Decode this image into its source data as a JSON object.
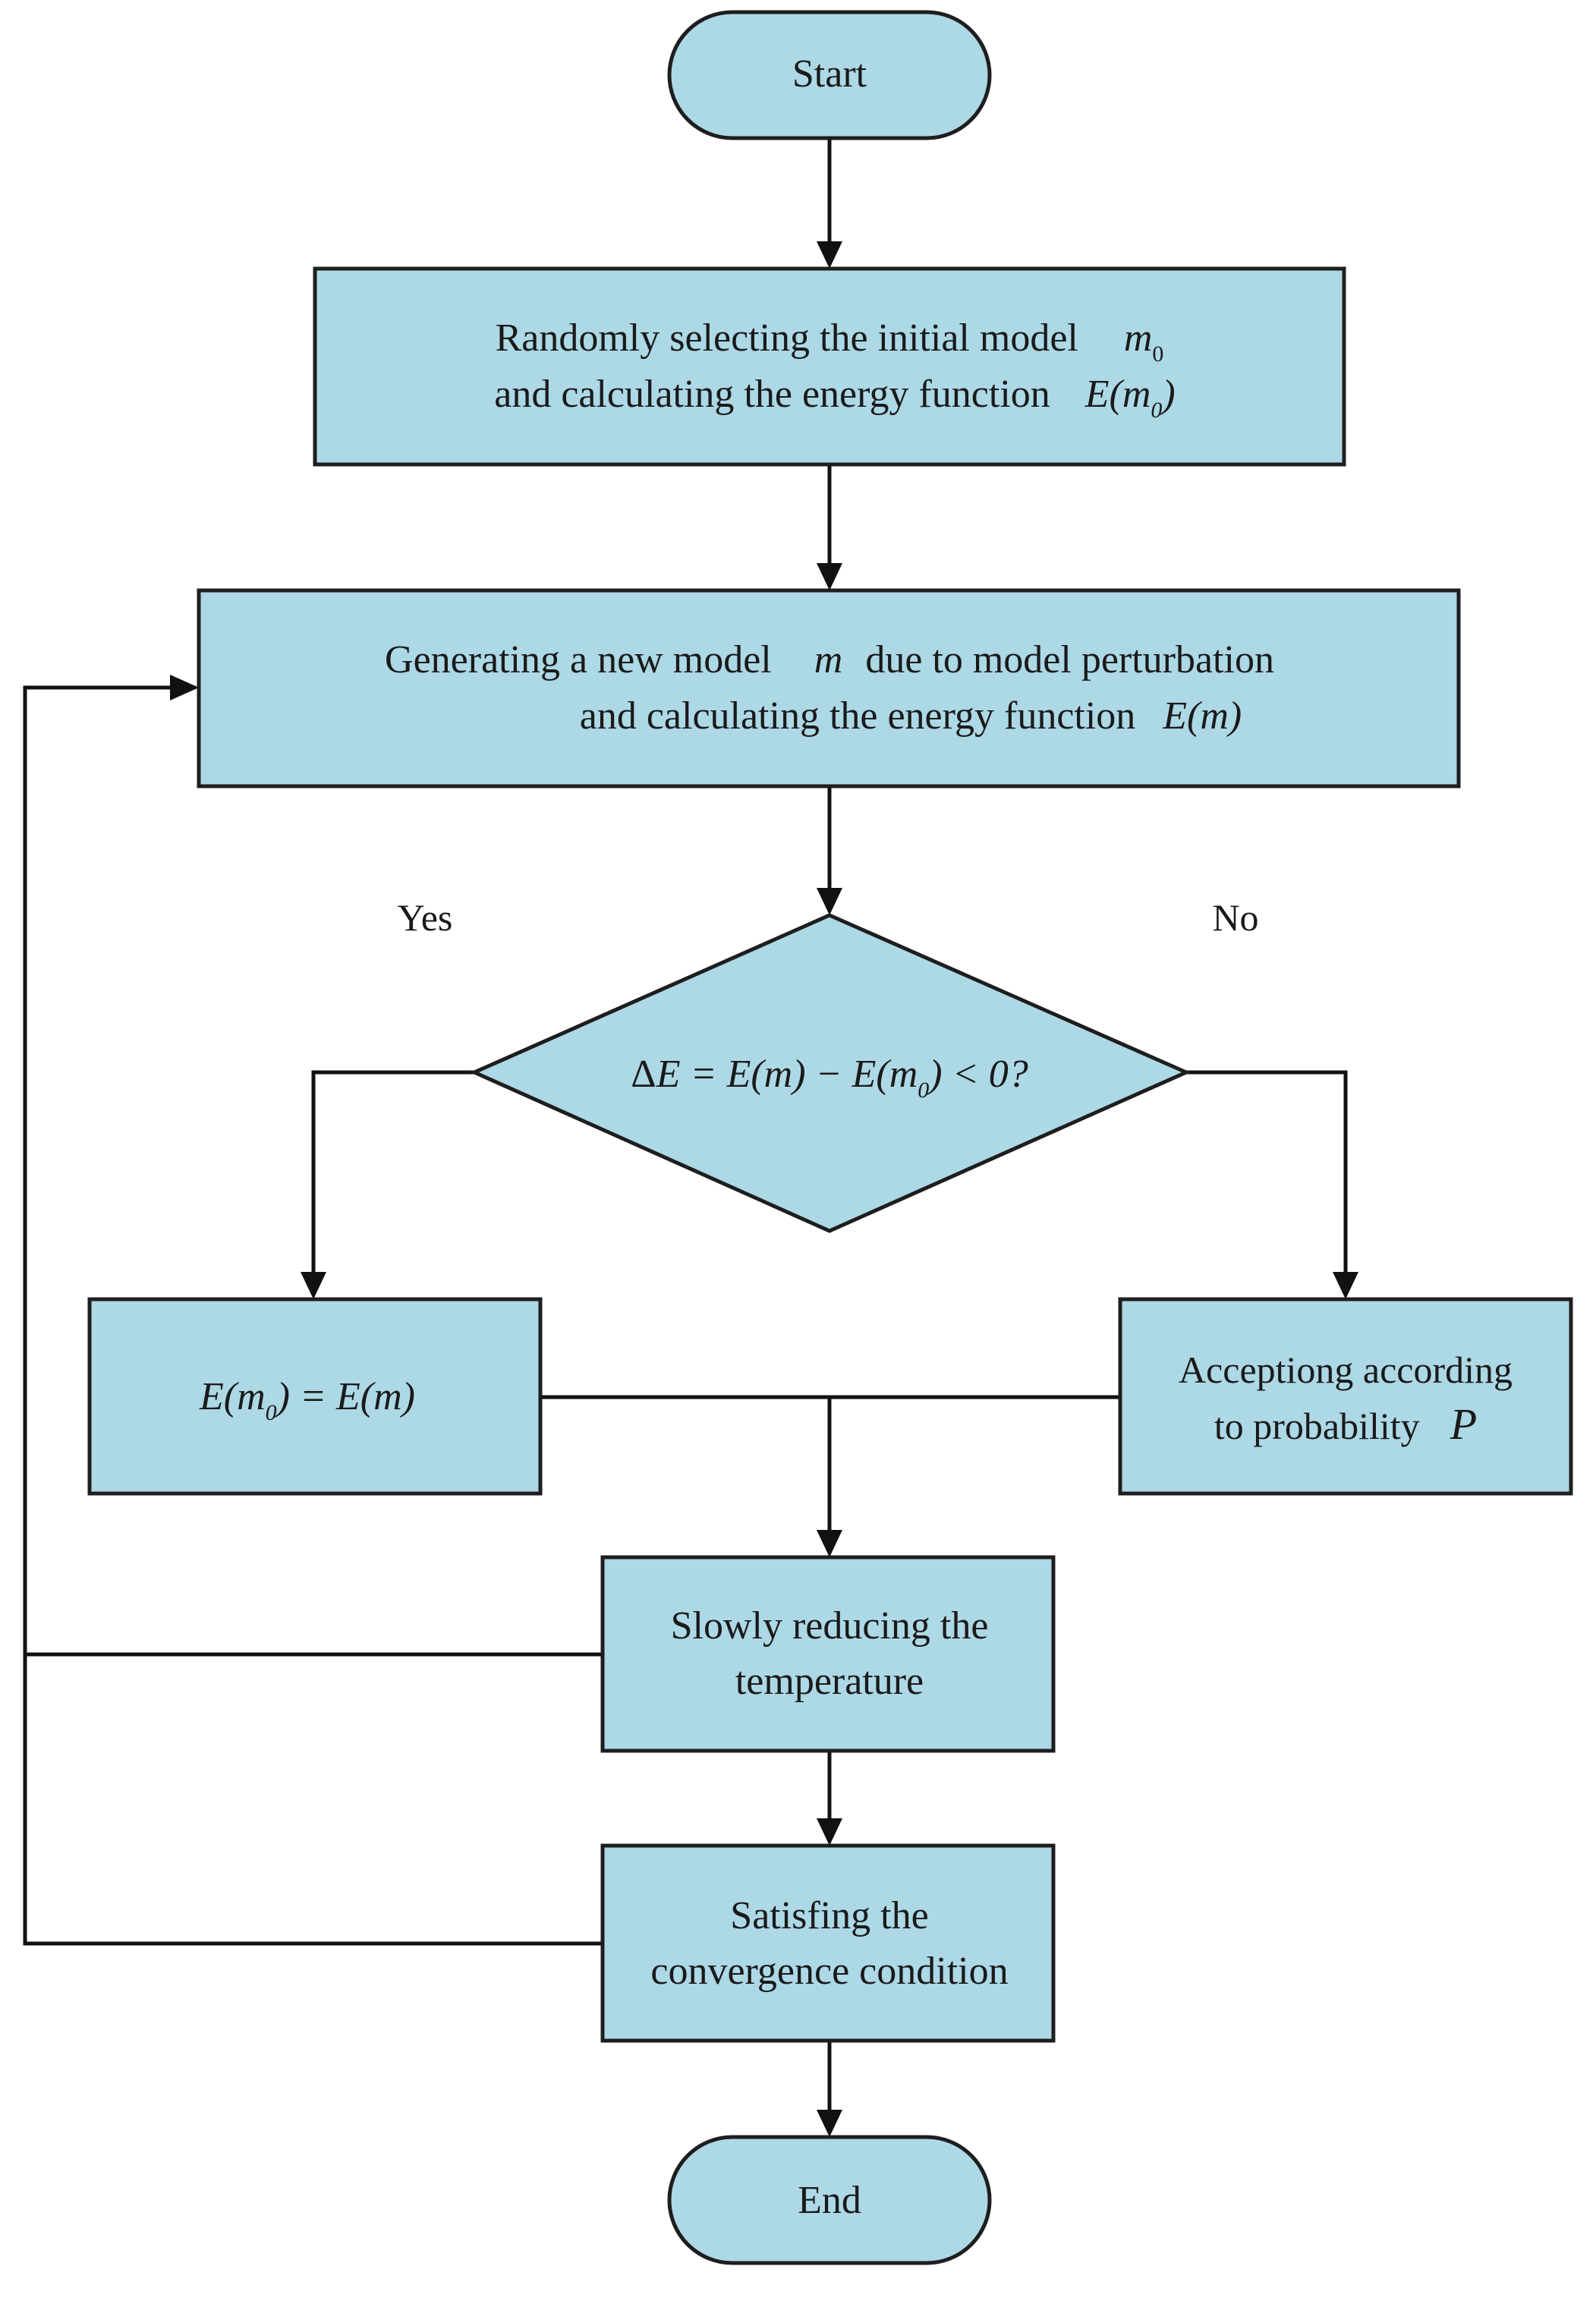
{
  "colors": {
    "node_fill": "#add8e6",
    "stroke": "#1e1e1e",
    "line": "#111111"
  },
  "start": {
    "label": "Start"
  },
  "init": {
    "line1_text": "Randomly selecting the initial model",
    "line1_math": "m",
    "line1_math_sub": "0",
    "line2_text": "and calculating the energy function",
    "line2_math_prefix": "E(m",
    "line2_math_sub": "0",
    "line2_math_suffix": ")"
  },
  "generate": {
    "line1_text_a": "Generating a new model",
    "line1_math": "m",
    "line1_text_b": "due to model perturbation",
    "line2_text": "and calculating the energy function",
    "line2_math": "E(m)"
  },
  "decision": {
    "delta": "Δ",
    "text_a": "E = E(m) − E(m",
    "sub": "0",
    "text_b": ") < 0?",
    "yes_label": "Yes",
    "no_label": "No"
  },
  "accept": {
    "text_a": "E(m",
    "sub": "0",
    "text_b": ") = E(m)"
  },
  "probability": {
    "line1_text": "Acceptiong according",
    "line2_text": "to probability",
    "line2_math": "P"
  },
  "reduce": {
    "line1_text": "Slowly reducing the",
    "line2_text": "temperature"
  },
  "converge": {
    "line1_text": "Satisfing the",
    "line2_text": "convergence condition"
  },
  "end": {
    "label": "End"
  }
}
